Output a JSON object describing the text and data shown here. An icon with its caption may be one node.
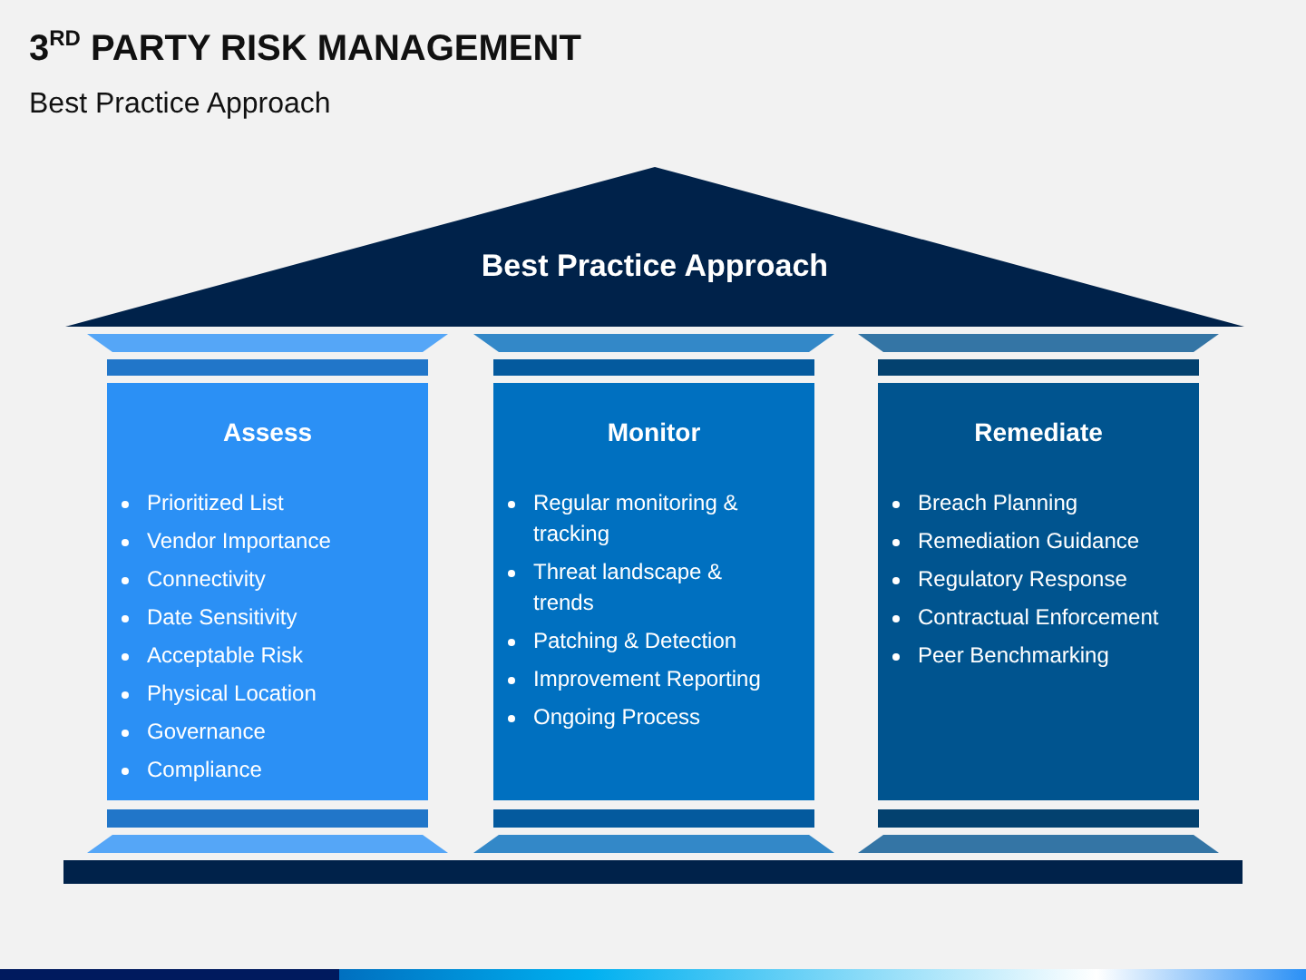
{
  "diagram": {
    "title": "3$^{RD}$ PARTY RISK MANAGEMENT",
    "nodes": [
      {
        "text": [
          "Best Practice Approach"
        ]
      },
      {
        "text": [
          "Assess",
          "Prioritized List",
          "Vendor Importance",
          "Connectivity",
          "Date Sensitivity",
          "Acceptable Risk",
          "Physical Location",
          "Governance",
          "Compliance"
        ]
      },
      {
        "text": [
          "Monitor",
          "Regular monitoring & tracking",
          "Threat landscape & trends",
          "Patching & Detection",
          "Improvement Reporting",
          "Ongoing Process"
        ]
      },
      {
        "text": [
          "Remediate",
          "Breach Planning",
          "Remediation Guidance",
          "Regulatory Response",
          "Contractual Enforcement",
          "Peer Benchmarking"
        ]
      }
    ],
    "labels": [
      "Best Practice Approach"
    ]
  }
}
